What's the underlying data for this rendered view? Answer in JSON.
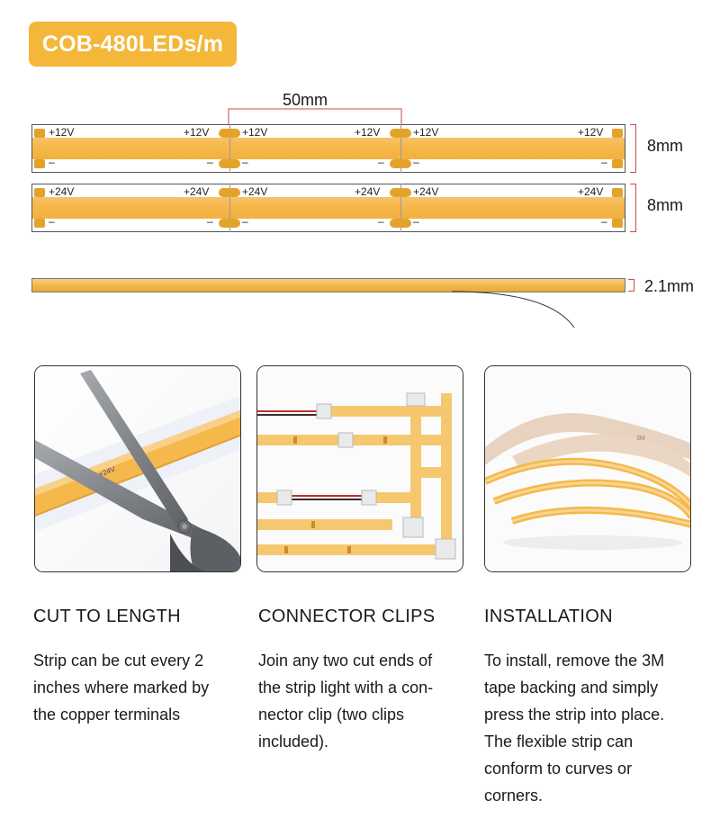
{
  "badge": {
    "text": "COB-480LEDs/m"
  },
  "dimensions": {
    "segment_length": "50mm",
    "strip_width_12v": "8mm",
    "strip_width_24v": "8mm",
    "strip_thickness": "2.1mm"
  },
  "strip_12v": {
    "positive_label": "+12V",
    "negative_label": "–"
  },
  "strip_24v": {
    "positive_label": "+24V",
    "negative_label": "–"
  },
  "features": [
    {
      "title": "CUT TO LENGTH",
      "lines": [
        "Strip can be cut every 2",
        "inches where marked by",
        "the copper terminals"
      ]
    },
    {
      "title": "CONNECTOR CLIPS",
      "lines": [
        "Join any two cut ends of",
        "the strip light with a con-",
        "nector clip (two clips",
        "included)."
      ]
    },
    {
      "title": "INSTALLATION",
      "lines": [
        "To install, remove the 3M",
        "tape backing and simply",
        "press the strip into place.",
        "The flexible strip can",
        "conform to curves or",
        "corners."
      ]
    }
  ],
  "photo_labels": {
    "scissors_strip_marking": "+24V",
    "tape_brand": "3M"
  },
  "colors": {
    "accent": "#f4b73a",
    "led": "#f5b84a",
    "copper": "#e3a32b",
    "dimension_line": "#c64b4b"
  },
  "icons": {
    "scissors": "scissors-icon"
  }
}
